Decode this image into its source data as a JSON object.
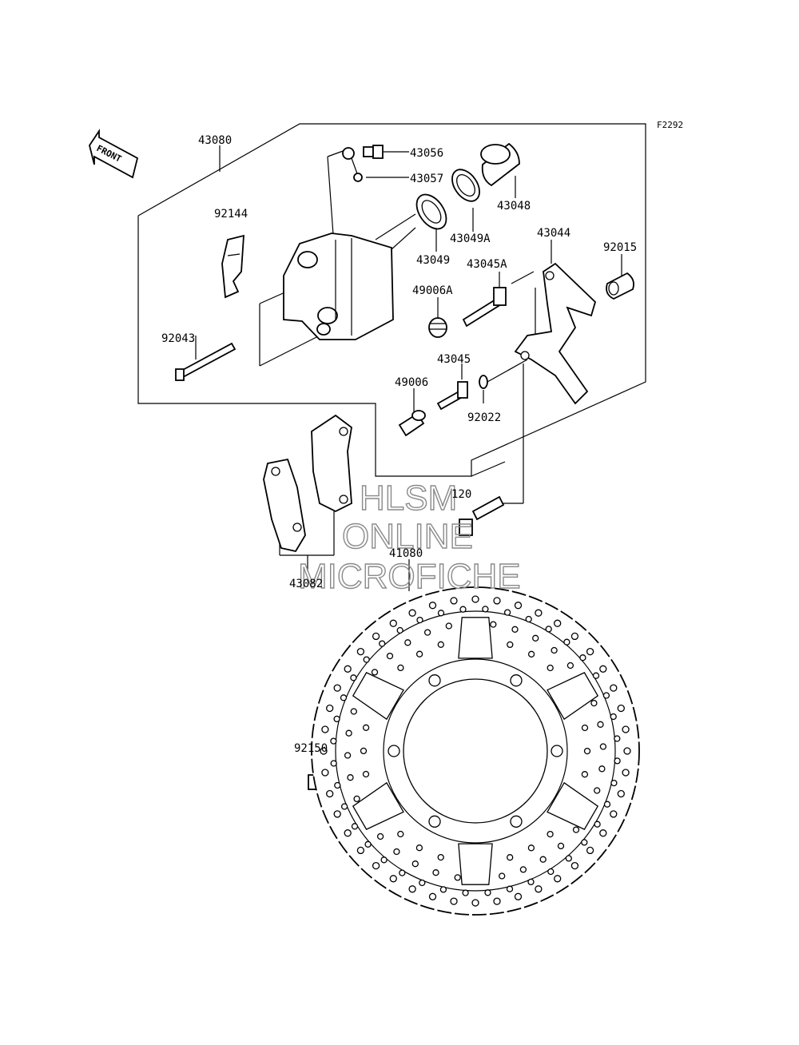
{
  "figure_code": "F2292",
  "front_label": "FRONT",
  "parts": {
    "p43080": "43080",
    "p43056": "43056",
    "p43057": "43057",
    "p43048": "43048",
    "p92144": "92144",
    "p43049A": "43049A",
    "p43044": "43044",
    "p92015": "92015",
    "p43049": "43049",
    "p43045A": "43045A",
    "p49006A": "49006A",
    "p92043": "92043",
    "p43045": "43045",
    "p49006": "49006",
    "p92022": "92022",
    "p120": "120",
    "p41080": "41080",
    "p43082": "43082",
    "p92150": "92150"
  },
  "watermark": {
    "line1": "HLSM",
    "line2": "ONLINE",
    "line3": "MICROFICHE"
  }
}
